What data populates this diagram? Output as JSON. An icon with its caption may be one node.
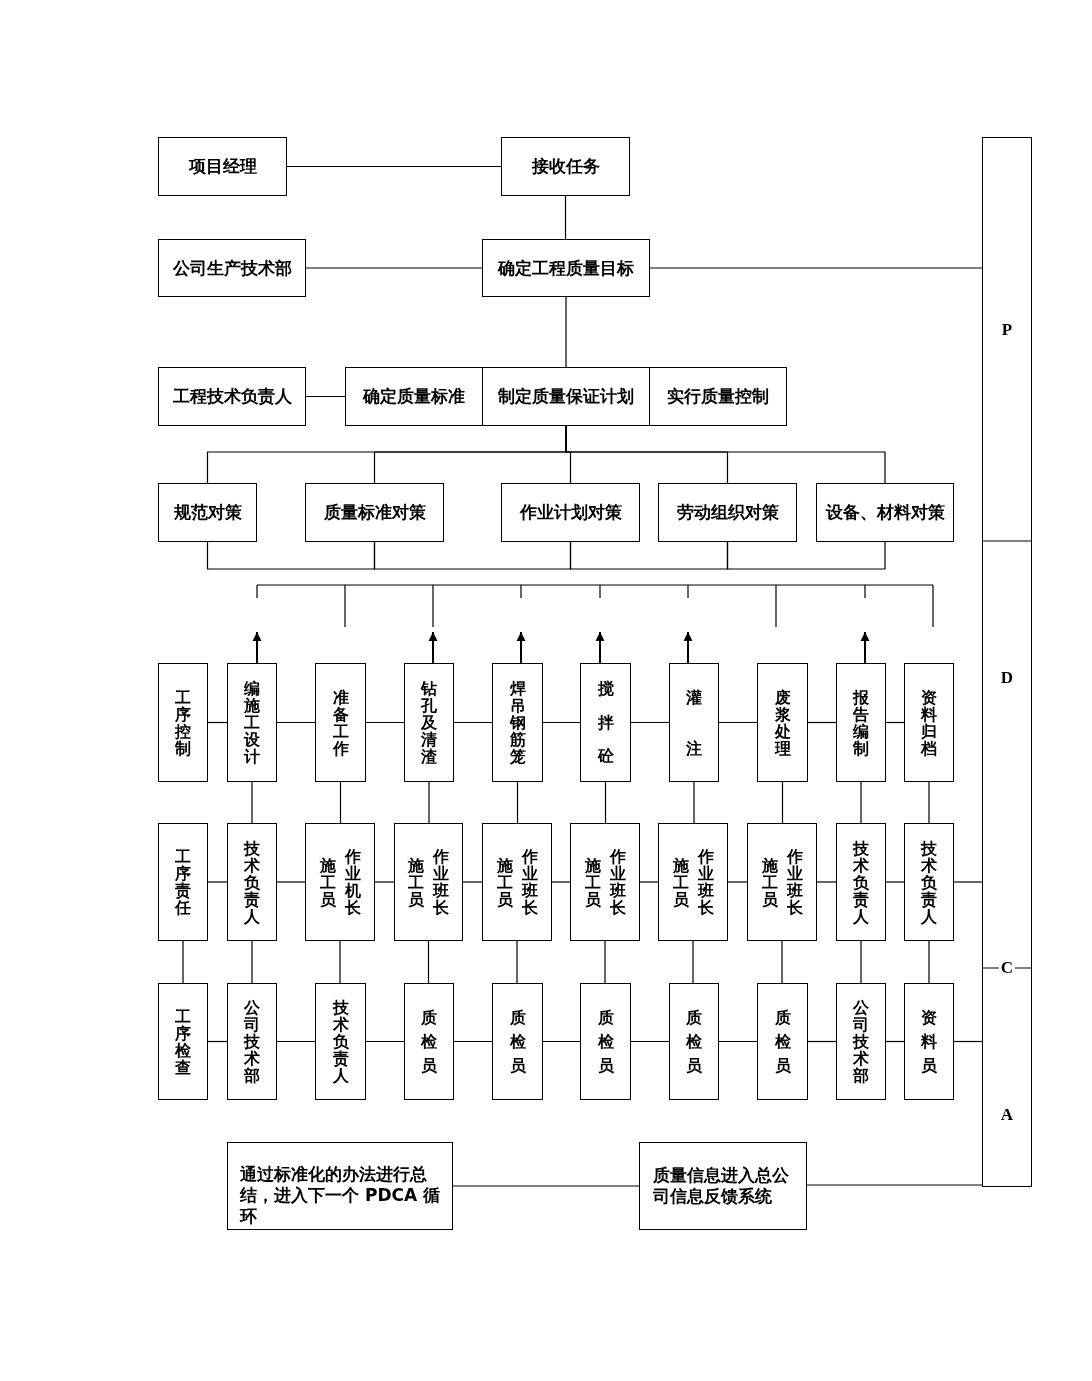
{
  "diagram": {
    "nodes": [
      {
        "text": [
          "项目经理"
        ]
      },
      {
        "text": [
          "接收任务"
        ]
      },
      {
        "text": [
          "公司生产技术部"
        ]
      },
      {
        "text": [
          "确定工程质量目标"
        ]
      },
      {
        "text": [
          "工程技术负责人"
        ]
      },
      {
        "text": [
          "确定质量标准"
        ]
      },
      {
        "text": [
          "制定质量保证计划"
        ]
      },
      {
        "text": [
          "实行质量控制"
        ]
      },
      {
        "text": [
          "规范对策"
        ]
      },
      {
        "text": [
          "质量标准对策"
        ]
      },
      {
        "text": [
          "作业计划对策"
        ]
      },
      {
        "text": [
          "劳动组织对策"
        ]
      },
      {
        "text": [
          "设备、材料对策"
        ]
      },
      {
        "text": [
          "工序控制"
        ]
      },
      {
        "text": [
          "编施工设计"
        ]
      },
      {
        "text": [
          "准备工作"
        ]
      },
      {
        "text": [
          "钻孔及清渣"
        ]
      },
      {
        "text": [
          "焊吊钢筋笼"
        ]
      },
      {
        "text": [
          "搅拌砼"
        ]
      },
      {
        "text": [
          "灌注"
        ]
      },
      {
        "text": [
          "废浆处理"
        ]
      },
      {
        "text": [
          "报告编制"
        ]
      },
      {
        "text": [
          "资料归档"
        ]
      },
      {
        "text": [
          "工序责任"
        ]
      },
      {
        "text": [
          "技术负责人"
        ]
      },
      {
        "text": [
          "施工员",
          "作业机长"
        ]
      },
      {
        "text": [
          "施工员",
          "作业班长"
        ]
      },
      {
        "text": [
          "施工员",
          "作业班长"
        ]
      },
      {
        "text": [
          "施工员",
          "作业班长"
        ]
      },
      {
        "text": [
          "施工员",
          "作业班长"
        ]
      },
      {
        "text": [
          "施工员",
          "作业班长"
        ]
      },
      {
        "text": [
          "技术负责人"
        ]
      },
      {
        "text": [
          "技术负责人"
        ]
      },
      {
        "text": [
          "工序检查"
        ]
      },
      {
        "text": [
          "公司技术部"
        ]
      },
      {
        "text": [
          "技术负责人"
        ]
      },
      {
        "text": [
          "质检员"
        ]
      },
      {
        "text": [
          "质检员"
        ]
      },
      {
        "text": [
          "质检员"
        ]
      },
      {
        "text": [
          "质检员"
        ]
      },
      {
        "text": [
          "质检员"
        ]
      },
      {
        "text": [
          "公司技术部"
        ]
      },
      {
        "text": [
          "资料员"
        ]
      },
      {
        "text": [
          "通过标准化的办法进行总结，进入下一个 PDCA 循环"
        ]
      },
      {
        "text": [
          "质量信息进入总公司信息反馈系统"
        ]
      },
      {
        "text": [
          "P",
          "D",
          "C",
          "A"
        ]
      }
    ],
    "edges": [
      {
        "from": 0,
        "to": 1,
        "arrow": "none"
      },
      {
        "from": 1,
        "to": 3,
        "arrow": "none"
      },
      {
        "from": 2,
        "to": 3,
        "arrow": "none"
      },
      {
        "from": 3,
        "to": 45,
        "arrow": "none"
      },
      {
        "from": 3,
        "to": 6,
        "arrow": "none"
      },
      {
        "from": 4,
        "to": 5,
        "arrow": "none"
      },
      {
        "from": 6,
        "to": 8,
        "arrow": "none"
      },
      {
        "from": 6,
        "to": 9,
        "arrow": "none"
      },
      {
        "from": 6,
        "to": 10,
        "arrow": "none"
      },
      {
        "from": 6,
        "to": 11,
        "arrow": "none"
      },
      {
        "from": 6,
        "to": 12,
        "arrow": "none"
      },
      {
        "from": 8,
        "to": 9,
        "arrow": "none"
      },
      {
        "from": 9,
        "to": 10,
        "arrow": "none"
      },
      {
        "from": 10,
        "to": 11,
        "arrow": "none"
      },
      {
        "from": 11,
        "to": 12,
        "arrow": "none"
      },
      {
        "from": 14,
        "to": null,
        "arrow": "to"
      },
      {
        "from": 16,
        "to": null,
        "arrow": "to"
      },
      {
        "from": 17,
        "to": null,
        "arrow": "to"
      },
      {
        "from": 18,
        "to": null,
        "arrow": "to"
      },
      {
        "from": 19,
        "to": null,
        "arrow": "to"
      },
      {
        "from": 21,
        "to": null,
        "arrow": "to"
      },
      {
        "from": 13,
        "to": 14,
        "arrow": "none"
      },
      {
        "from": 14,
        "to": 15,
        "arrow": "none"
      },
      {
        "from": 15,
        "to": 16,
        "arrow": "none"
      },
      {
        "from": 16,
        "to": 17,
        "arrow": "none"
      },
      {
        "from": 17,
        "to": 18,
        "arrow": "none"
      },
      {
        "from": 18,
        "to": 19,
        "arrow": "none"
      },
      {
        "from": 19,
        "to": 20,
        "arrow": "none"
      },
      {
        "from": 20,
        "to": 21,
        "arrow": "none"
      },
      {
        "from": 21,
        "to": 22,
        "arrow": "none"
      },
      {
        "from": 14,
        "to": 24,
        "arrow": "none"
      },
      {
        "from": 15,
        "to": 25,
        "arrow": "none"
      },
      {
        "from": 16,
        "to": 26,
        "arrow": "none"
      },
      {
        "from": 17,
        "to": 27,
        "arrow": "none"
      },
      {
        "from": 18,
        "to": 28,
        "arrow": "none"
      },
      {
        "from": 19,
        "to": 29,
        "arrow": "none"
      },
      {
        "from": 20,
        "to": 30,
        "arrow": "none"
      },
      {
        "from": 21,
        "to": 31,
        "arrow": "none"
      },
      {
        "from": 22,
        "to": 32,
        "arrow": "none"
      },
      {
        "from": 23,
        "to": 24,
        "arrow": "none"
      },
      {
        "from": 24,
        "to": 25,
        "arrow": "none"
      },
      {
        "from": 25,
        "to": 26,
        "arrow": "none"
      },
      {
        "from": 26,
        "to": 27,
        "arrow": "none"
      },
      {
        "from": 27,
        "to": 28,
        "arrow": "none"
      },
      {
        "from": 28,
        "to": 29,
        "arrow": "none"
      },
      {
        "from": 29,
        "to": 30,
        "arrow": "none"
      },
      {
        "from": 30,
        "to": 31,
        "arrow": "none"
      },
      {
        "from": 31,
        "to": 32,
        "arrow": "none"
      },
      {
        "from": 32,
        "to": 45,
        "arrow": "none"
      },
      {
        "from": 23,
        "to": 33,
        "arrow": "none"
      },
      {
        "from": 24,
        "to": 34,
        "arrow": "none"
      },
      {
        "from": 25,
        "to": 35,
        "arrow": "none"
      },
      {
        "from": 26,
        "to": 36,
        "arrow": "none"
      },
      {
        "from": 27,
        "to": 37,
        "arrow": "none"
      },
      {
        "from": 28,
        "to": 38,
        "arrow": "none"
      },
      {
        "from": 29,
        "to": 39,
        "arrow": "none"
      },
      {
        "from": 30,
        "to": 40,
        "arrow": "none"
      },
      {
        "from": 31,
        "to": 41,
        "arrow": "none"
      },
      {
        "from": 32,
        "to": 42,
        "arrow": "none"
      },
      {
        "from": 33,
        "to": 34,
        "arrow": "none"
      },
      {
        "from": 34,
        "to": 35,
        "arrow": "none"
      },
      {
        "from": 35,
        "to": 36,
        "arrow": "none"
      },
      {
        "from": 36,
        "to": 37,
        "arrow": "none"
      },
      {
        "from": 37,
        "to": 38,
        "arrow": "none"
      },
      {
        "from": 38,
        "to": 39,
        "arrow": "none"
      },
      {
        "from": 39,
        "to": 40,
        "arrow": "none"
      },
      {
        "from": 40,
        "to": 41,
        "arrow": "none"
      },
      {
        "from": 41,
        "to": 42,
        "arrow": "none"
      },
      {
        "from": 42,
        "to": 45,
        "arrow": "none"
      },
      {
        "from": 43,
        "to": 44,
        "arrow": "none"
      },
      {
        "from": 44,
        "to": 45,
        "arrow": "none"
      }
    ]
  }
}
